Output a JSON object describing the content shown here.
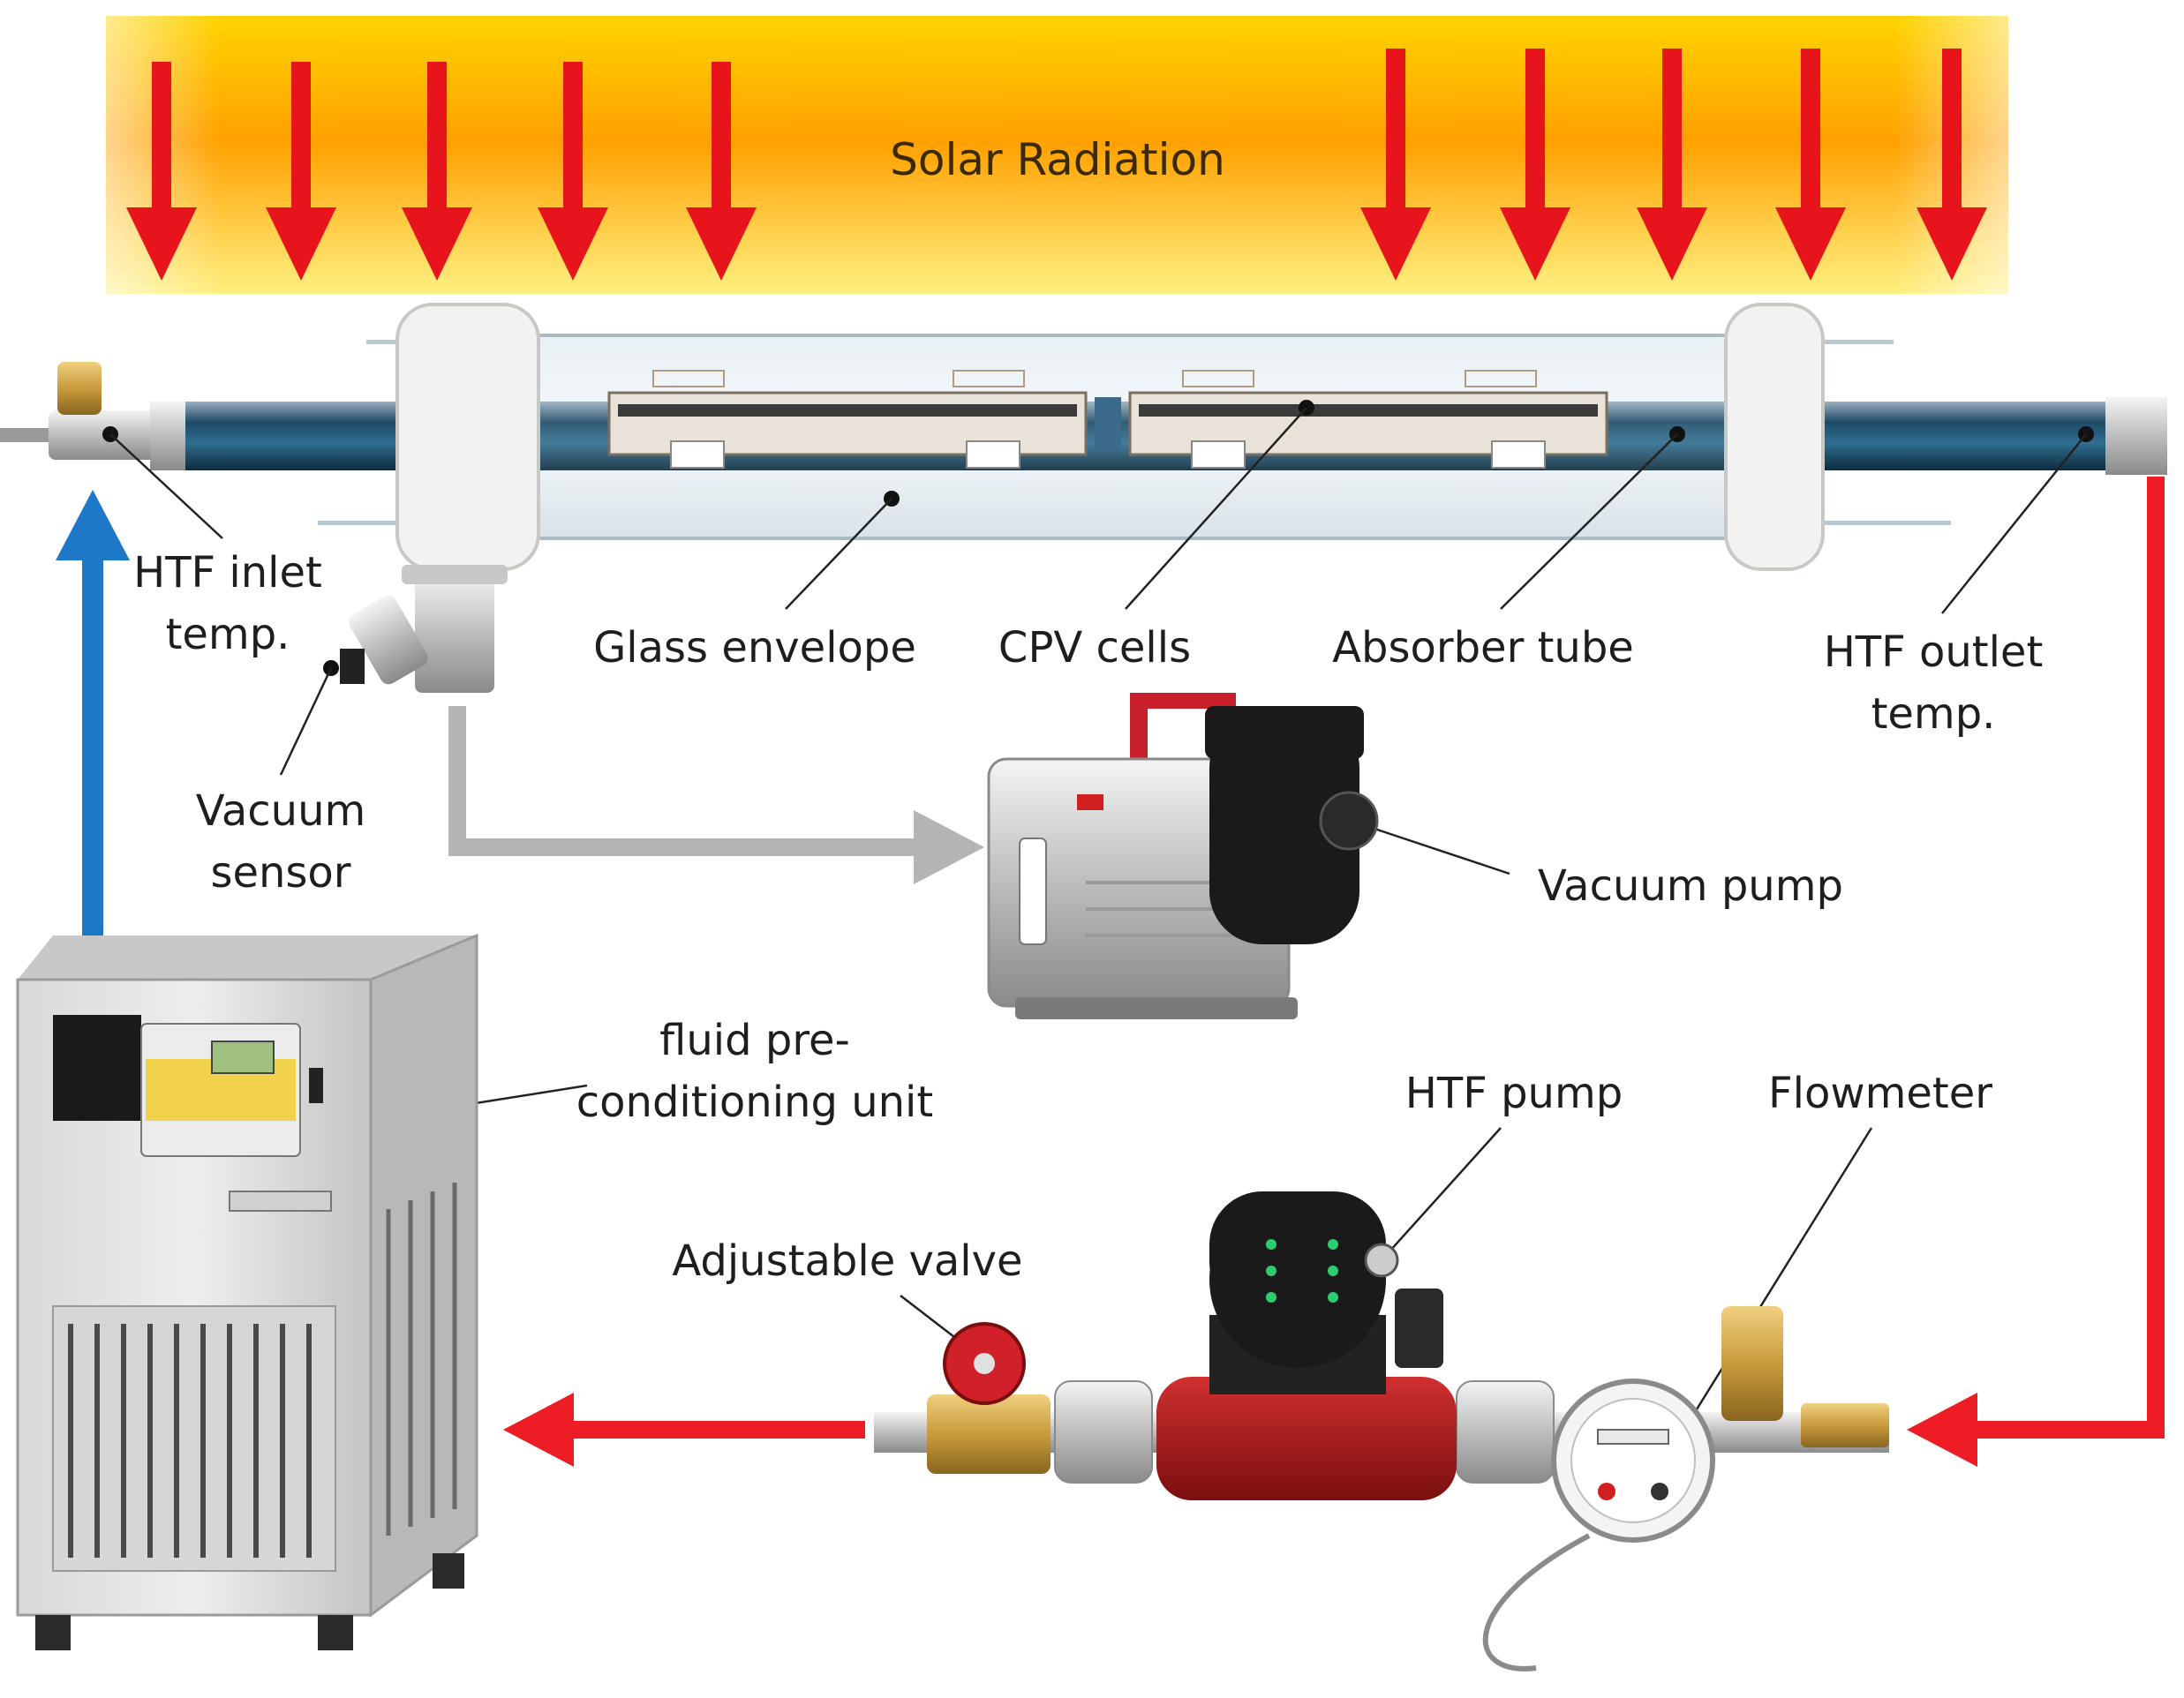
{
  "banner": {
    "text": "Solar Radiation"
  },
  "labels": {
    "htf_inlet_temp": [
      "HTF inlet",
      "temp."
    ],
    "vacuum_sensor": [
      "Vacuum",
      "sensor"
    ],
    "glass_envelope": "Glass envelope",
    "cpv_cells": "CPV cells",
    "absorber_tube": "Absorber tube",
    "htf_outlet_temp": [
      "HTF outlet",
      "temp."
    ],
    "vacuum_pump": "Vacuum pump",
    "fluid_preconditioning_unit": [
      "fluid pre-",
      "conditioning unit"
    ],
    "htf_pump": "HTF pump",
    "flowmeter": "Flowmeter",
    "adjustable_valve": "Adjustable valve"
  },
  "colors": {
    "radiation_arrows": "#e8141b",
    "hot_flow": "#ee1c24",
    "cold_flow": "#1e78c8",
    "vacuum_line": "#b4b4b4",
    "banner_edge": "#ffd400",
    "banner_center": "#ffa000"
  }
}
